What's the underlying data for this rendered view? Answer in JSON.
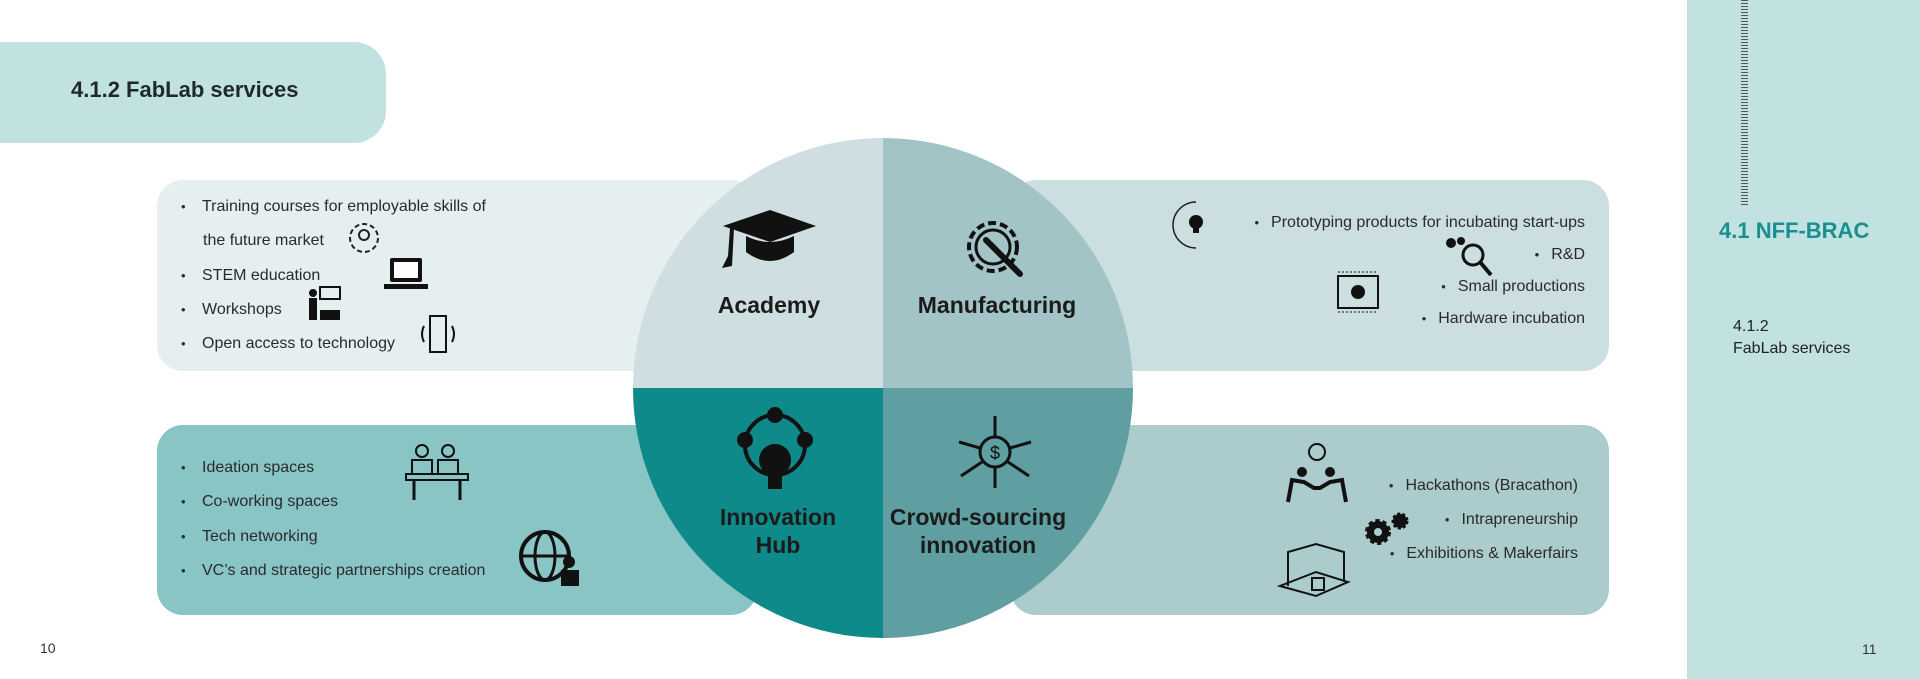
{
  "header": {
    "title": "4.1.2 FabLab services"
  },
  "quadrants": {
    "academy": {
      "label": "Academy",
      "items": [
        "Training courses for  employable skills of",
        "the future market",
        "STEM education",
        "Workshops",
        "Open access to technology"
      ]
    },
    "manufacturing": {
      "label": "Manufacturing",
      "items": [
        "Prototyping products for incubating start-ups",
        "R&D",
        "Small productions",
        "Hardware incubation"
      ]
    },
    "innovation_hub": {
      "label_line1": "Innovation",
      "label_line2": "Hub",
      "items": [
        "Ideation spaces",
        "Co-working spaces",
        "Tech networking",
        "VC’s and strategic partnerships creation"
      ]
    },
    "crowdsourcing": {
      "label_line1": "Crowd-sourcing",
      "label_line2": "innovation",
      "items": [
        "Hackathons (Bracathon)",
        "Intrapreneurship",
        "Exhibitions & Makerfairs"
      ]
    }
  },
  "sidebar": {
    "section": "4.1 NFF-BRAC",
    "sub_number": "4.1.2",
    "sub_title": "FabLab services"
  },
  "pages": {
    "left": "10",
    "right": "11"
  },
  "colors": {
    "accent": "#1a8f8f",
    "q_tl": "#cfdfe1",
    "q_tr": "#a3c4c6",
    "q_bl": "#0f8a8a",
    "q_br": "#5f9fa1"
  }
}
